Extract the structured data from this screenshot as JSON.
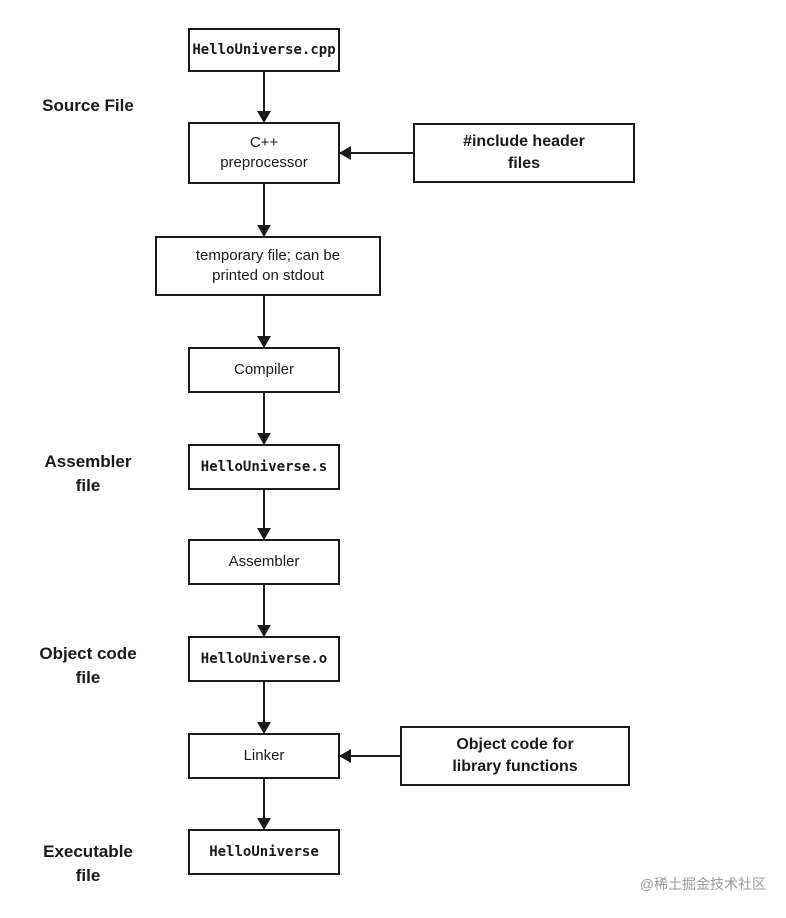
{
  "diagram": {
    "nodes": {
      "source_file": {
        "label": "HelloUniverse.cpp"
      },
      "preprocessor": {
        "label": "C++\npreprocessor"
      },
      "include_headers": {
        "label": "#include header\nfiles"
      },
      "temp_file": {
        "label": "temporary file; can be\nprinted on stdout"
      },
      "compiler": {
        "label": "Compiler"
      },
      "assembler_file": {
        "label": "HelloUniverse.s"
      },
      "assembler": {
        "label": "Assembler"
      },
      "object_file": {
        "label": "HelloUniverse.o"
      },
      "linker": {
        "label": "Linker"
      },
      "library_objects": {
        "label": "Object code for\nlibrary functions"
      },
      "executable": {
        "label": "HelloUniverse"
      }
    },
    "side_labels": {
      "source": "Source File",
      "assembler": "Assembler\nfile",
      "object": "Object code\nfile",
      "executable": "Executable\nfile"
    },
    "watermark": "@稀土掘金技术社区",
    "colors": {
      "line": "#1a1a1a",
      "background": "#ffffff",
      "watermark": "#9a9a9a"
    }
  }
}
